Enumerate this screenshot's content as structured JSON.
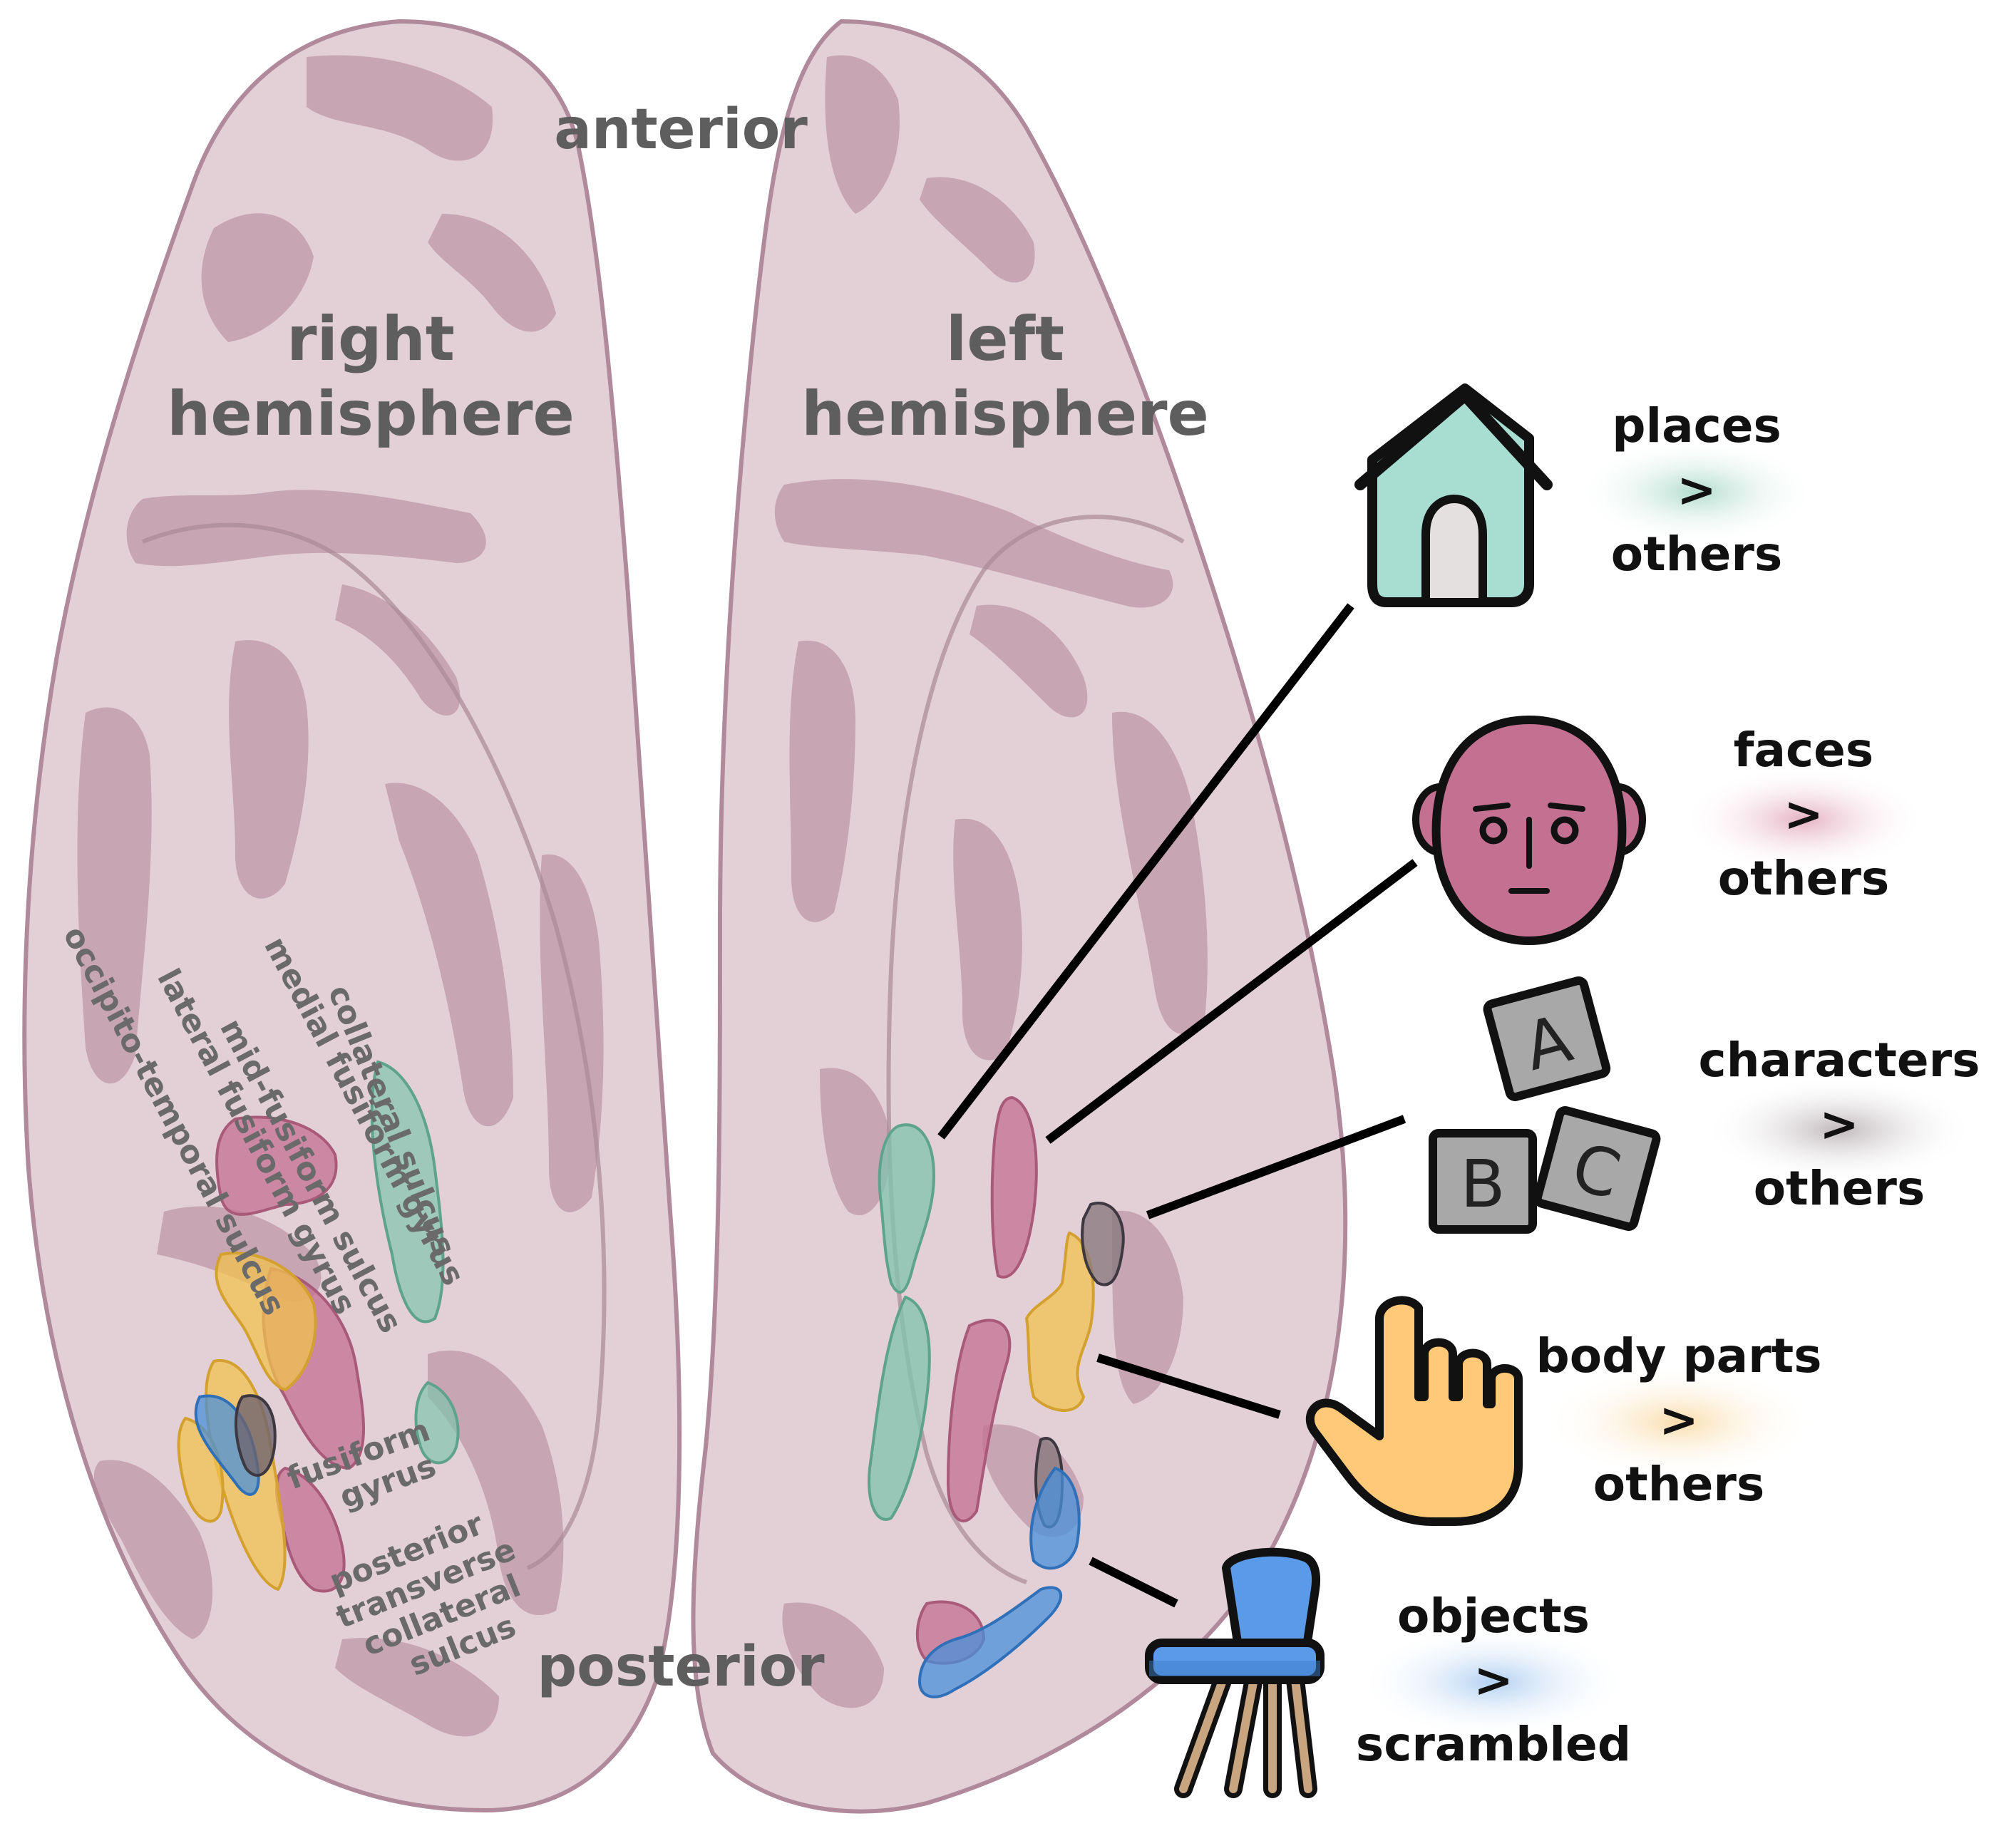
{
  "orientation": {
    "anterior": "anterior",
    "posterior": "posterior"
  },
  "hemispheres": {
    "right": {
      "line1": "right",
      "line2": "hemisphere"
    },
    "left": {
      "line1": "left",
      "line2": "hemisphere"
    }
  },
  "anatomical_labels": {
    "occipito_temporal_sulcus": "occipito-temporal sulcus",
    "lateral_fusiform_gyrus": "lateral fusiform gyrus",
    "mid_fusiform_sulcus": "mid-fusiform sulcus",
    "medial_fusiform_gyrus": "medial fusiform gyrus",
    "collateral_sulcus": "collateral sulcus",
    "fusiform_gyrus": {
      "line1": "fusiform",
      "line2": "gyrus"
    },
    "posterior_transverse_collateral_sulcus": {
      "line1": "posterior",
      "line2": "transverse",
      "line3": "collateral",
      "line4": "sulcus"
    }
  },
  "categories": [
    {
      "id": "places",
      "icon": "house-icon",
      "color": "#7fc4ae",
      "line1": "places",
      "line2": ">",
      "line3": "others"
    },
    {
      "id": "faces",
      "icon": "face-icon",
      "color": "#c47090",
      "line1": "faces",
      "line2": ">",
      "line3": "others"
    },
    {
      "id": "characters",
      "icon": "letter-blocks-icon",
      "color": "#8a7a80",
      "line1": "characters",
      "line2": ">",
      "line3": "others"
    },
    {
      "id": "body_parts",
      "icon": "pointing-hand-icon",
      "color": "#f2c14e",
      "line1": "body parts",
      "line2": ">",
      "line3": "others"
    },
    {
      "id": "objects",
      "icon": "chair-icon",
      "color": "#4a90d9",
      "line1": "objects",
      "line2": ">",
      "line3": "scrambled"
    }
  ],
  "icon_letters": {
    "a": "A",
    "b": "B",
    "c": "C"
  }
}
